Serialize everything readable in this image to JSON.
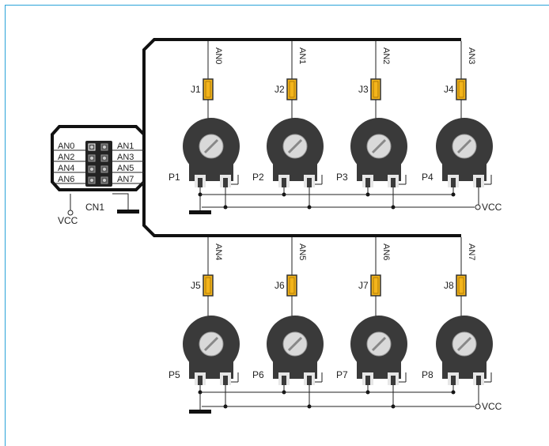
{
  "header": {
    "left_labels": [
      "AN0",
      "AN2",
      "AN4",
      "AN6"
    ],
    "right_labels": [
      "AN1",
      "AN3",
      "AN5",
      "AN7"
    ],
    "name": "CN1",
    "vcc_label": "VCC"
  },
  "channels": [
    {
      "net": "AN0",
      "jumper": "J1",
      "pot": "P1"
    },
    {
      "net": "AN1",
      "jumper": "J2",
      "pot": "P2"
    },
    {
      "net": "AN2",
      "jumper": "J3",
      "pot": "P3"
    },
    {
      "net": "AN3",
      "jumper": "J4",
      "pot": "P4"
    },
    {
      "net": "AN4",
      "jumper": "J5",
      "pot": "P5"
    },
    {
      "net": "AN5",
      "jumper": "J6",
      "pot": "P6"
    },
    {
      "net": "AN6",
      "jumper": "J7",
      "pot": "P7"
    },
    {
      "net": "AN7",
      "jumper": "J8",
      "pot": "P8"
    }
  ],
  "rows": [
    {
      "vcc_label": "VCC"
    },
    {
      "vcc_label": "VCC"
    }
  ],
  "colors": {
    "frame": "#2aa3d8",
    "jumper_fill": "#f3b41b",
    "jumper_border": "#333333",
    "pot_body": "#3a3a3a",
    "knob": "#d9d9d9",
    "pin_pad": "#e6e6e6",
    "bus": "#111111",
    "wire": "#222222"
  }
}
